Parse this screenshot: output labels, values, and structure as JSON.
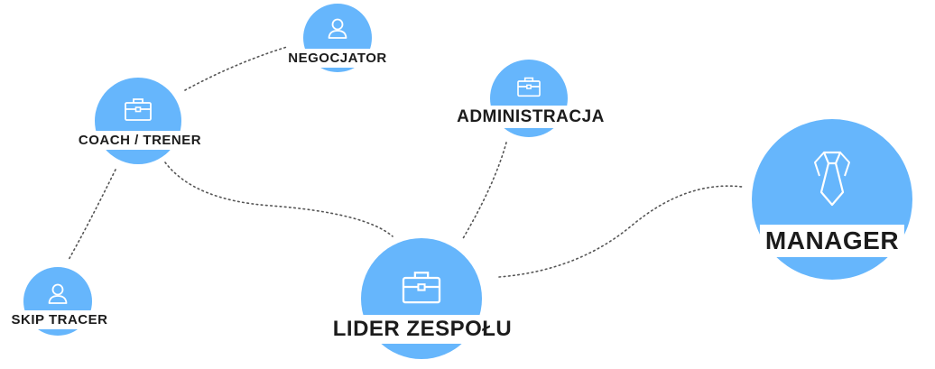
{
  "colors": {
    "node": "#66b6fc",
    "link": "#555555",
    "label": "#1c1c1c"
  },
  "nodes": {
    "negocjator": {
      "label": "NEGOCJATOR",
      "icon": "user-icon"
    },
    "coach": {
      "label": "COACH / TRENER",
      "icon": "briefcase-icon"
    },
    "administracja": {
      "label": "ADMINISTRACJA",
      "icon": "briefcase-icon"
    },
    "manager": {
      "label": "MANAGER",
      "icon": "tie-icon"
    },
    "skip_tracer": {
      "label": "SKIP TRACER",
      "icon": "user-icon"
    },
    "lider": {
      "label": "LIDER ZESPOŁU",
      "icon": "briefcase-icon"
    }
  },
  "links": [
    {
      "from": "coach",
      "to": "negocjator"
    },
    {
      "from": "coach",
      "to": "skip_tracer"
    },
    {
      "from": "coach",
      "to": "lider"
    },
    {
      "from": "administracja",
      "to": "lider"
    },
    {
      "from": "lider",
      "to": "manager"
    }
  ]
}
